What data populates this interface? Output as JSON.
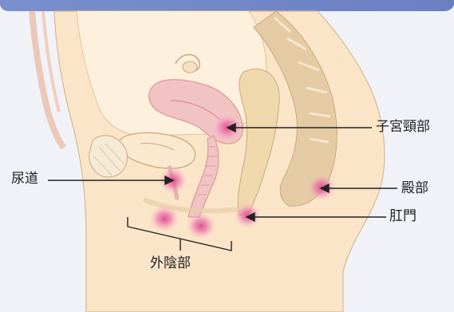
{
  "labels": {
    "cervix": "子宮頸部",
    "buttocks": "殿部",
    "anus": "肛門",
    "urethra": "尿道",
    "vulva": "外陰部"
  },
  "colors": {
    "background": "#f1f2f8",
    "header_band": "#6f86c7",
    "skin": "#fbe5c8",
    "outline": "#d9b790",
    "organ_pink": "#f2c3c3",
    "spine_tan": "#e5cba4",
    "highlight": "#e0478c",
    "leader_line": "#222222"
  }
}
